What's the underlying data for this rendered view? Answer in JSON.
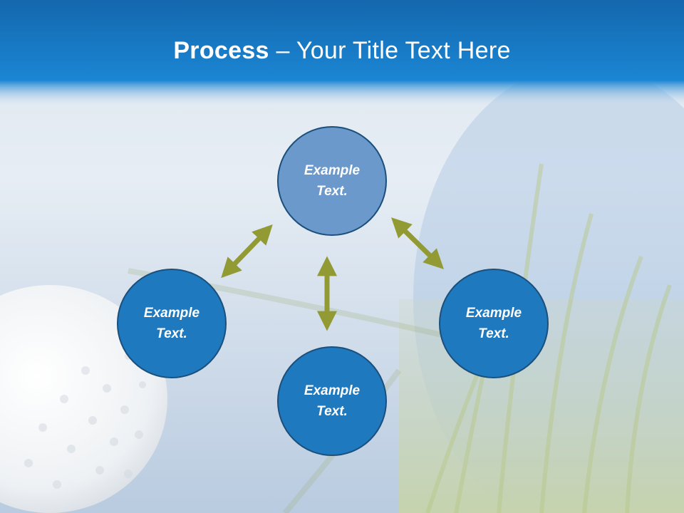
{
  "title": {
    "bold": "Process",
    "separator": " – ",
    "rest": "Your Title Text Here"
  },
  "nodes": [
    {
      "id": "top",
      "line1": "Example",
      "line2": "Text."
    },
    {
      "id": "left",
      "line1": "Example",
      "line2": "Text."
    },
    {
      "id": "bottom",
      "line1": "Example",
      "line2": "Text."
    },
    {
      "id": "right",
      "line1": "Example",
      "line2": "Text."
    }
  ],
  "colors": {
    "header": "#1a7fc9",
    "node_fill": "#1f79bf",
    "node_highlight": "#6c99cb",
    "arrow": "#929a34"
  }
}
